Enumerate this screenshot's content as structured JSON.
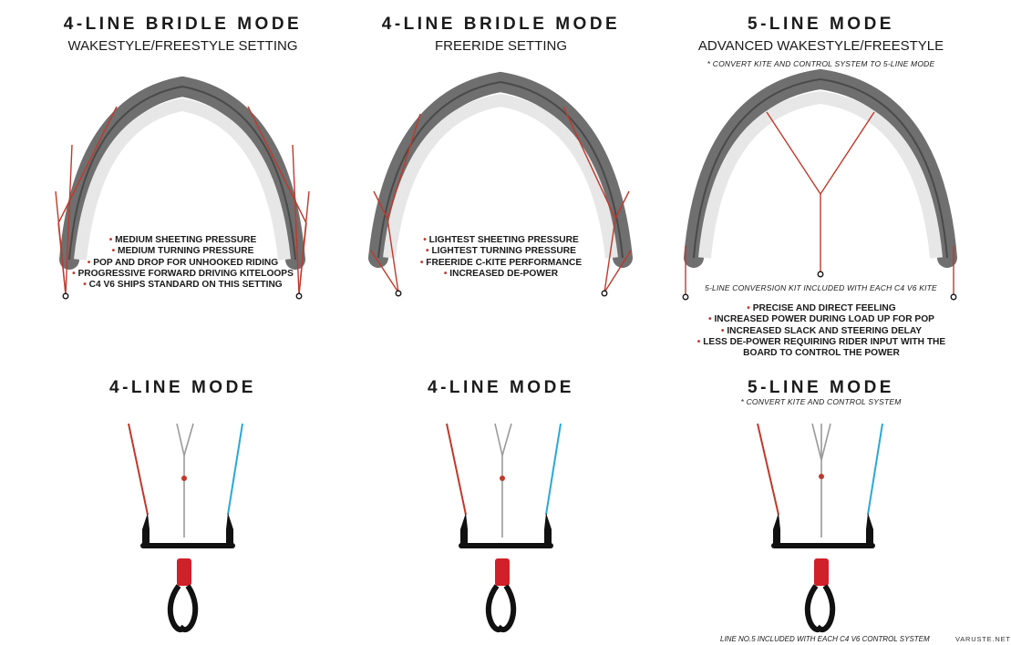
{
  "columns": [
    {
      "title": "4-LINE BRIDLE MODE",
      "subtitle": "WAKESTYLE/FREESTYLE SETTING",
      "note": "",
      "kite_caption": "",
      "bullets": [
        "MEDIUM SHEETING PRESSURE",
        "MEDIUM TURNING PRESSURE",
        "POP AND DROP FOR UNHOOKED RIDING",
        "PROGRESSIVE FORWARD DRIVING KITELOOPS",
        "C4 V6 SHIPS STANDARD ON THIS SETTING"
      ],
      "bar_title": "4-LINE MODE",
      "bar_note": ""
    },
    {
      "title": "4-LINE BRIDLE MODE",
      "subtitle": "FREERIDE SETTING",
      "note": "",
      "kite_caption": "",
      "bullets": [
        "LIGHTEST SHEETING PRESSURE",
        "LIGHTEST TURNING PRESSURE",
        "FREERIDE C-KITE PERFORMANCE",
        "INCREASED DE-POWER"
      ],
      "bar_title": "4-LINE MODE",
      "bar_note": ""
    },
    {
      "title": "5-LINE MODE",
      "subtitle": "ADVANCED WAKESTYLE/FREESTYLE",
      "note": "* CONVERT KITE AND CONTROL SYSTEM TO 5-LINE MODE",
      "kite_caption": "5-LINE CONVERSION KIT INCLUDED WITH EACH C4 V6 KITE",
      "bullets": [
        "PRECISE AND DIRECT FEELING",
        "INCREASED POWER DURING LOAD UP FOR POP",
        "INCREASED SLACK AND STEERING DELAY",
        "LESS DE-POWER REQUIRING RIDER INPUT WITH THE BOARD TO CONTROL THE POWER"
      ],
      "bar_title": "5-LINE MODE",
      "bar_note": "* CONVERT KITE AND CONTROL SYSTEM"
    }
  ],
  "footer": "LINE NO.5 INCLUDED WITH EACH C4 V6 CONTROL SYSTEM",
  "watermark": "VARUSTE.NET",
  "colors": {
    "bridle_red": "#c0392b",
    "line_blue": "#29a8d8",
    "line_grey": "#9a9a9a",
    "kite_dark": "#6f6f6f",
    "kite_canopy": "#e7e7e7",
    "handle_red": "#d0202a"
  }
}
